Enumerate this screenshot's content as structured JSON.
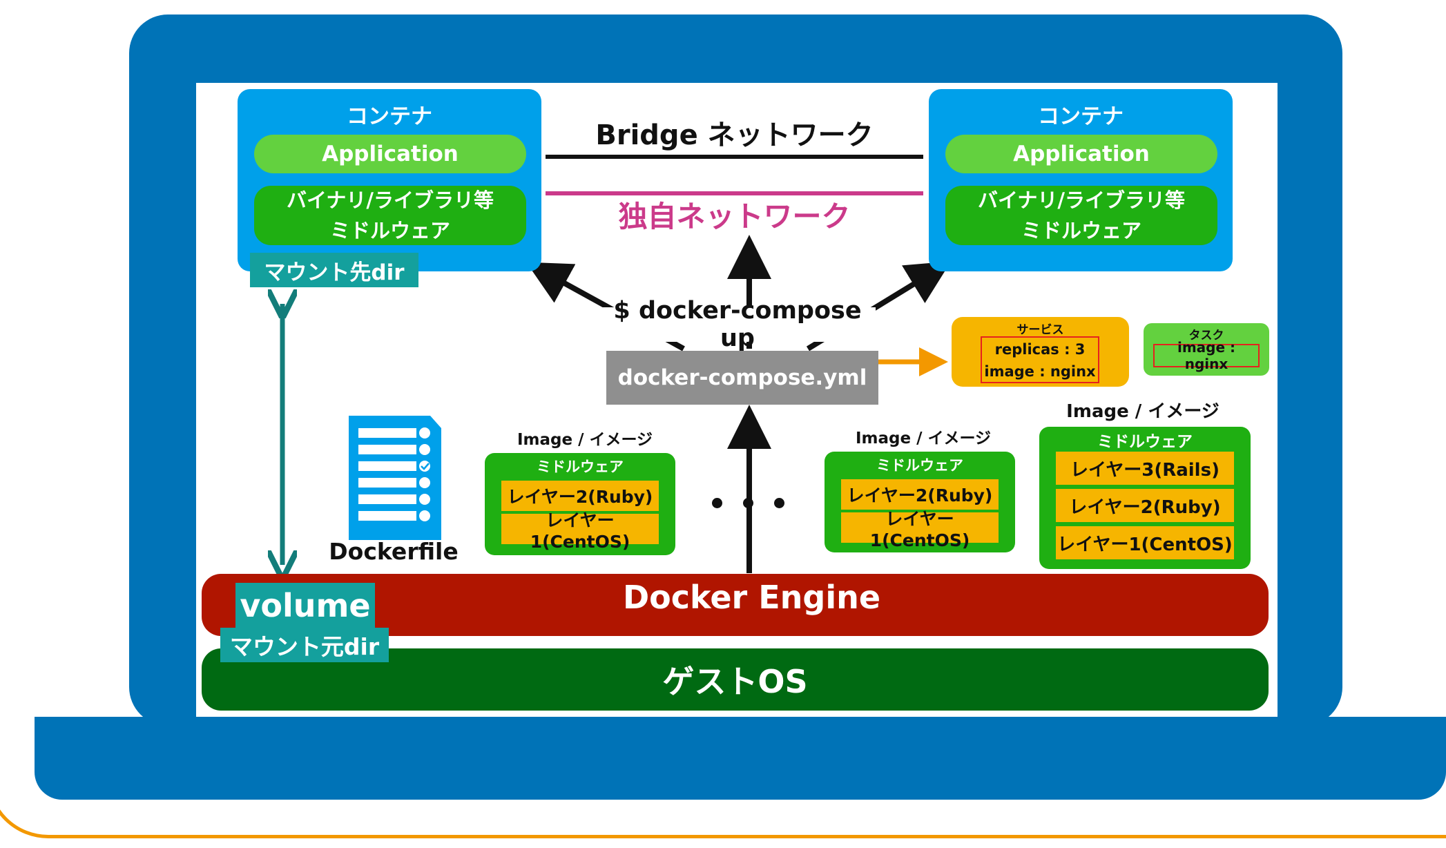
{
  "containers": [
    {
      "title": "コンテナ",
      "app": "Application",
      "lib_line1": "バイナリ/ライブラリ等",
      "lib_line2": "ミドルウェア"
    },
    {
      "title": "コンテナ",
      "app": "Application",
      "lib_line1": "バイナリ/ライブラリ等",
      "lib_line2": "ミドルウェア"
    }
  ],
  "mount_dest": "マウント先dir",
  "mount_src": "マウント元dir",
  "volume": "volume",
  "bridge_network": "Bridge ネットワーク",
  "custom_network": "独自ネットワーク",
  "command": "$ docker-compose up",
  "compose_file": "docker-compose.yml",
  "service": {
    "title": "サービス",
    "replicas": "replicas : 3",
    "image": "image : nginx"
  },
  "task": {
    "title": "タスク",
    "image": "image : nginx"
  },
  "dockerfile": "Dockerfile",
  "images": [
    {
      "caption": "Image / イメージ",
      "middleware": "ミドルウェア",
      "layers": [
        "レイヤー2(Ruby)",
        "レイヤー1(CentOS)"
      ]
    },
    {
      "caption": "Image / イメージ",
      "middleware": "ミドルウェア",
      "layers": [
        "レイヤー2(Ruby)",
        "レイヤー1(CentOS)"
      ]
    },
    {
      "caption": "Image / イメージ",
      "middleware": "ミドルウェア",
      "layers": [
        "レイヤー3(Rails)",
        "レイヤー2(Ruby)",
        "レイヤー1(CentOS)"
      ]
    }
  ],
  "docker_engine": "Docker Engine",
  "guest_os": "ゲストOS",
  "colors": {
    "laptop_blue": "#0073b7",
    "container_blue": "#00a0ea",
    "engine_red": "#b01500",
    "guest_green": "#006a12",
    "custom_network_magenta": "#cb3a8a",
    "arrow_orange": "#f39800",
    "teal": "#14a09d"
  }
}
